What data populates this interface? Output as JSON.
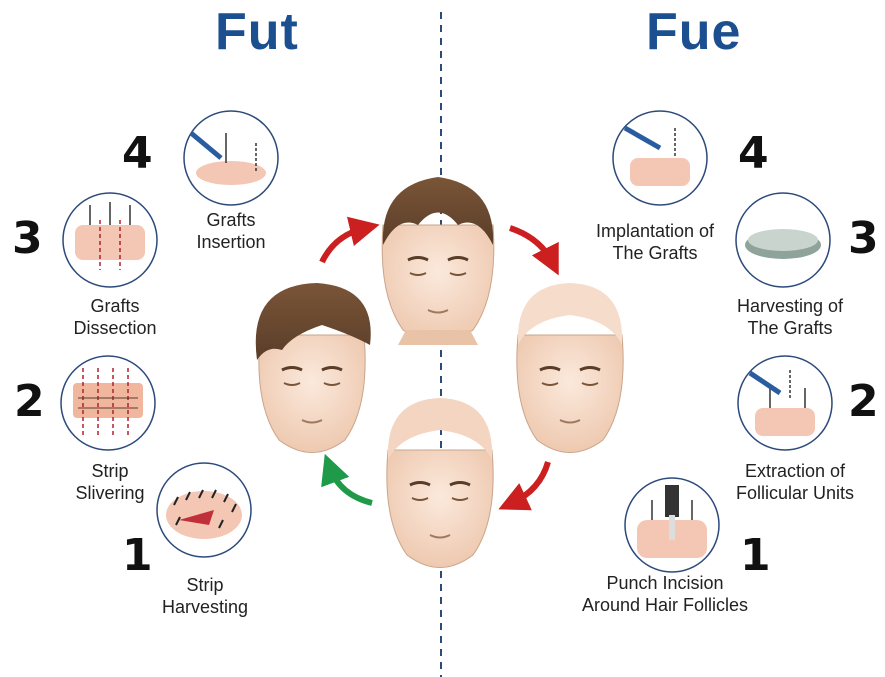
{
  "titles": {
    "left": "Fut",
    "right": "Fue"
  },
  "fut_steps": [
    {
      "num": "4",
      "line1": "Grafts",
      "line2": "Insertion"
    },
    {
      "num": "3",
      "line1": "Grafts",
      "line2": "Dissection"
    },
    {
      "num": "2",
      "line1": "Strip",
      "line2": "Slivering"
    },
    {
      "num": "1",
      "line1": "Strip",
      "line2": "Harvesting"
    }
  ],
  "fue_steps": [
    {
      "num": "4",
      "line1": "Implantation of",
      "line2": "The Grafts"
    },
    {
      "num": "3",
      "line1": "Harvesting of",
      "line2": "The Grafts"
    },
    {
      "num": "2",
      "line1": "Extraction of",
      "line2": "Follicular Units"
    },
    {
      "num": "1",
      "line1": "Punch Incision",
      "line2": "Around Hair Follicles"
    }
  ],
  "colors": {
    "title": "#1b4f8f",
    "divider": "#2c4a7a",
    "arrow_red": "#cc1f1f",
    "arrow_green": "#1f9a48",
    "skin": "#f3d9c6",
    "hair": "#6b4a33"
  }
}
